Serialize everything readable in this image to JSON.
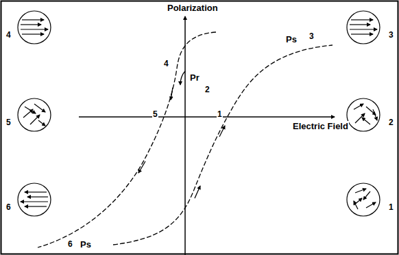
{
  "diagram": {
    "labels": [
      "Polarization",
      "4",
      "4",
      "Ps",
      "3",
      "3",
      "Pr",
      "2",
      "2",
      "5",
      "5",
      "1",
      "Electric Field",
      "1",
      "6",
      "6",
      "Ps"
    ]
  }
}
